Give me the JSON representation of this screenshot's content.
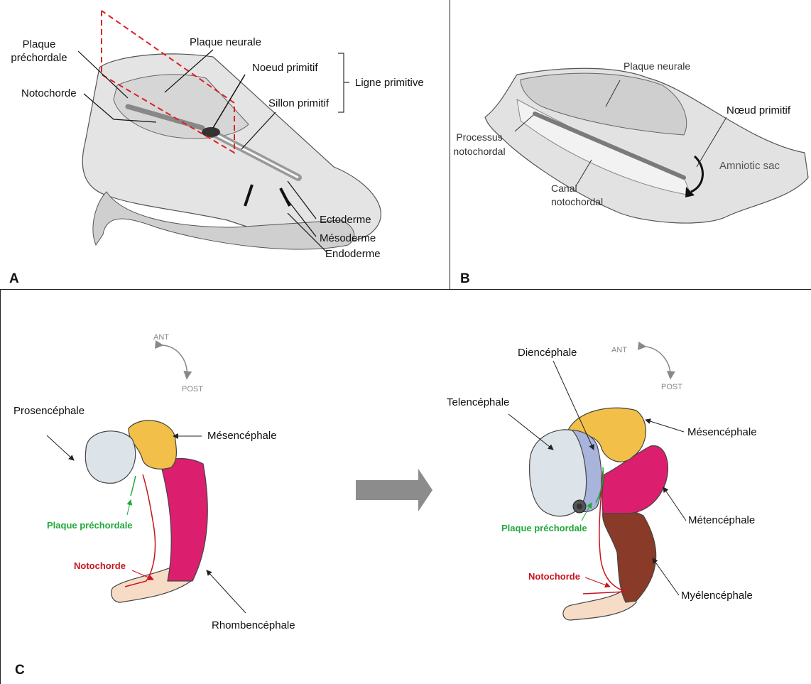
{
  "colors": {
    "outline": "#222222",
    "dashed_plane": "#e02020",
    "green_label": "#1faa3a",
    "red_label": "#c8141e",
    "prosencephale": "#dce4ea",
    "mesencephale": "#f2c048",
    "rhombencephale": "#dc1e6e",
    "diencephale": "#a9b4dc",
    "myelencephale": "#8a3a28",
    "tail": "#f6dcc6",
    "arrow_grey": "#8c8c8c"
  },
  "panel_a": {
    "letter": "A",
    "labels": {
      "plaque_prechordale_1": "Plaque",
      "plaque_prechordale_2": "préchordale",
      "plaque_neurale": "Plaque neurale",
      "noeud_primitif": "Noeud primitif",
      "sillon_primitif": "Sillon primitif",
      "ligne_primitive": "Ligne primitive",
      "notochorde": "Notochorde",
      "ectoderme": "Ectoderme",
      "mesoderme": "Mésoderme",
      "endoderme": "Endoderme"
    }
  },
  "panel_b": {
    "letter": "B",
    "labels": {
      "plaque_neurale": "Plaque neurale",
      "noeud_primitif": "Nœud primitif",
      "processus_1": "Processus",
      "processus_2": "notochordal",
      "canal_1": "Canal",
      "canal_2": "notochordal",
      "amniotic_sac": "Amniotic sac"
    }
  },
  "panel_c": {
    "letter": "C",
    "left": {
      "ant": "ANT",
      "post": "POST",
      "prosencephale": "Prosencéphale",
      "mesencephale": "Mésencéphale",
      "plaque_prechordale": "Plaque préchordale",
      "notochorde": "Notochorde",
      "rhombencephale": "Rhombencéphale"
    },
    "right": {
      "ant": "ANT",
      "post": "POST",
      "diencephale": "Diencéphale",
      "telencephale": "Telencéphale",
      "mesencephale": "Mésencéphale",
      "metencephale": "Métencéphale",
      "myelencephale": "Myélencéphale",
      "plaque_prechordale": "Plaque préchordale",
      "notochorde": "Notochorde"
    }
  }
}
